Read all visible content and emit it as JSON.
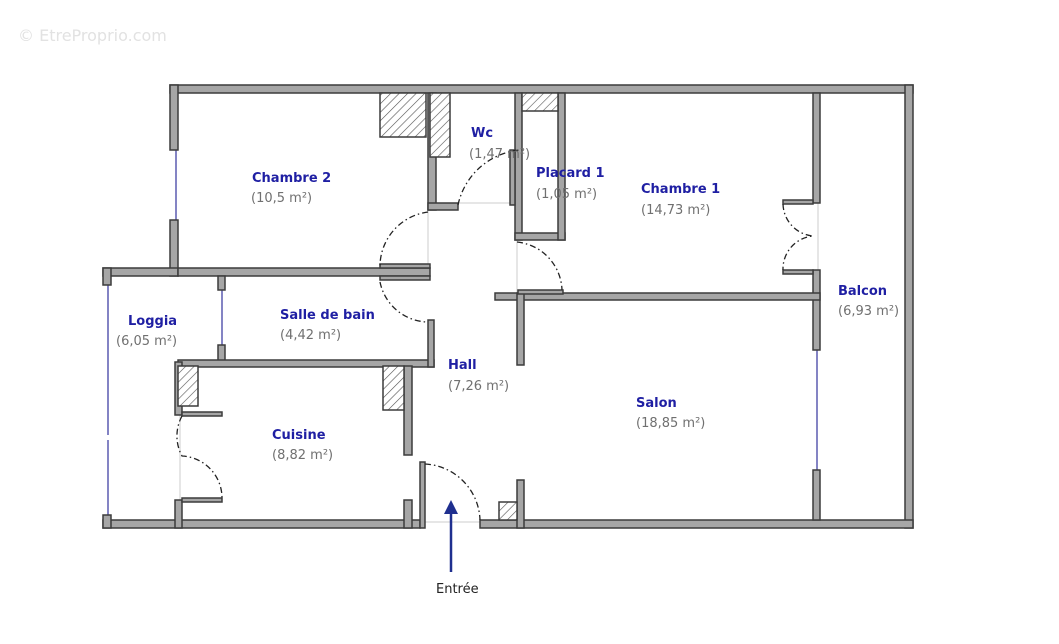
{
  "watermark": "© EtreProprio.com",
  "rooms": [
    {
      "name": "Chambre 2",
      "area": "(10,5 m²)"
    },
    {
      "name": "Wc",
      "area": "(1,47 m²)"
    },
    {
      "name": "Placard 1",
      "area": "(1,05 m²)"
    },
    {
      "name": "Chambre 1",
      "area": "(14,73 m²)"
    },
    {
      "name": "Balcon",
      "area": "(6,93 m²)"
    },
    {
      "name": "Loggia",
      "area": "(6,05 m²)"
    },
    {
      "name": "Salle de bain",
      "area": "(4,42 m²)"
    },
    {
      "name": "Hall",
      "area": "(7,26 m²)"
    },
    {
      "name": "Salon",
      "area": "(18,85 m²)"
    },
    {
      "name": "Cuisine",
      "area": "(8,82 m²)"
    }
  ],
  "entrance": {
    "label": "Entrée",
    "arrow_color": "#1f2f8f"
  },
  "colors": {
    "label": "#1f1fa3",
    "area": "#707070",
    "wall": "#a6a6a6"
  }
}
